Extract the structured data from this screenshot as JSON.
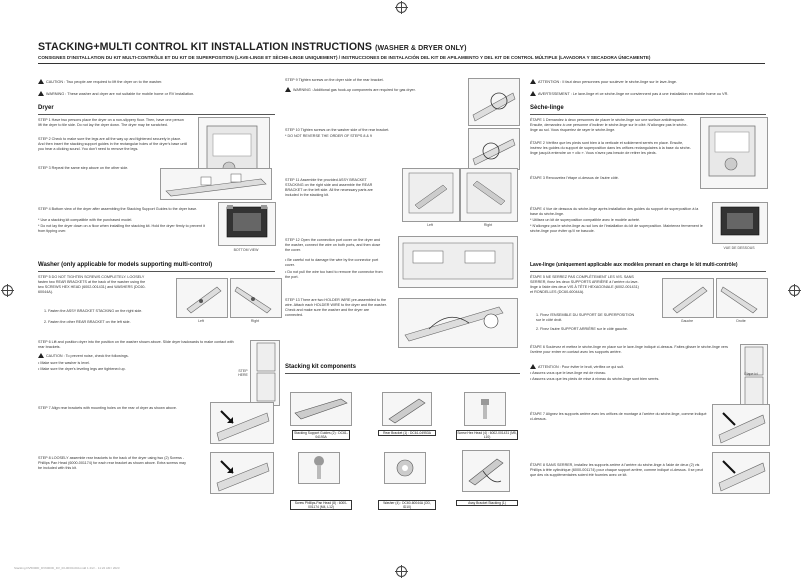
{
  "title": {
    "main": "STACKING+MULTI CONTROL KIT INSTALLATION INSTRUCTIONS",
    "suffix": "(WASHER & DRYER ONLY)"
  },
  "subtitle": "CONSIGNES D’INSTALLATION DU KIT MULTI-CONTRÔLE ET DU KIT DE SUPERPOSITION (LAVE-LINGE ET SÈCHE-LINGE UNIQUEMENT) / INSTRUCCIONES DE INSTALACIÓN DEL KIT DE APILAMIENTO Y DEL KIT DE CONTROL MÚLTIPLE (LAVADORA Y SECADORA ÚNICAMENTE)",
  "col1": {
    "caution": "CAUTION : Two people are required to lift the dryer on to the washer.",
    "warning": "WARNING : These washer and dryer are not suitable for mobile home or RV installation.",
    "dryer_heading": "Dryer",
    "step1": "STEP 1  Have two persons place the dryer on a non-slippery floor. Then, have one person lift the dryer to tile side. Do not lay the dryer down. The dryer may be scratched.",
    "step2": "STEP 2  Check to make sure the legs are all the way up and tightened securely in place. And then insert the stacking support guides in the rectangular holes of the dryer's base until you hear a clicking sound. You don't need to remove the legs.",
    "step3": "STEP 3  Repeat the same step above on the other side.",
    "step4": "STEP 4  Bottom view of the dryer after assembling the Stacking Support Guides to the dryer base.",
    "note4a": "* Use a stacking kit compatible with the purchased model.",
    "note4b": "* Do not lay the dryer down on a floor when installing the stacking kit. Hold the dryer firmly to prevent it from tipping over.",
    "bottom_view": "BOTTOM VIEW",
    "washer_heading": "Washer (only applicable for models supporting multi-control)",
    "step5": "STEP 5  DO NOT TIGHTEN SCREWS COMPLETELY. LOOSELY fasten two REAR BRACKETS at the back of the washer using the two SCREWS HEX HEAD (6002-001431) and WASHERS (DC60-60044A).",
    "step5_1": "1. Fasten the ASSY BRACKET STACKING on the right side.",
    "step5_2": "2. Fasten the other REAR BRACKET on the left side.",
    "left": "Left",
    "right": "Right",
    "step6": "STEP 6  Lift and position dryer into the position on the washer shown above. Slide dryer backwards to make contact with rear brackets.",
    "caution6": "CAUTION : To prevent noise, check the followings.",
    "note6a": "• Make sure the washer is level.",
    "note6b": "• Make sure the dryer's leveling legs are tightened up.",
    "step_here": "STEP HERE",
    "step7": "STEP 7  Align rear brackets with mounting holes on the rear of dryer as shown above.",
    "step8": "STEP 8  LOOSELY assemble rear brackets to the back of the dryer using two (2) Screws - Phillips Pan Head (6000-001174) for each rear bracket as shown above. Extra screws may be included with this kit."
  },
  "col2": {
    "step9": "STEP 9  Tighten screws on the dryer side of the rear bracket.",
    "warning9": "WARNING : Additional gas hook-up components are required for gas dryer.",
    "step10": "STEP 10  Tighten screws on the washer side of the rear bracket.",
    "note10": "* DO NOT REVERSE THE ORDER OF STEPS 8 & 9",
    "step11": "STEP 11  Assemble the provided ASSY BRACKET STACKING on the right side and assemble the REAR BRACKET on the left side. All the necessary parts are included in the stacking kit.",
    "left": "Left",
    "right": "Right",
    "step12": "STEP 12  Open the connection port cover on the dryer and the washer, connect the wire on both ports, and then close the cover.",
    "note12a": "• Be careful not to damage the wire by the connector port cover.",
    "note12b": "• Do not pull the wire too hard to remove the connector from the port.",
    "step13": "STEP 13  There are two HOLDER WIRE pre-assembled to the wire. Attach each HOLDER WIRE to the dryer and the washer. Check and make sure the washer and the dryer are connected.",
    "kit_heading": "Stacking kit components",
    "parts": [
      {
        "label": "Stacking Support Guides (2) : DC61-04193A"
      },
      {
        "label": "Rear Bracket (1) : DC61-04953A"
      },
      {
        "label": "Screw Hex Head (4) : 6002-001431 (M5, L10)"
      },
      {
        "label": "Screw Phillips-Pan Head (8) : 6000-001174 (M4, L12)"
      },
      {
        "label": "Washer (4) : DC60-60044A (OD, ID10)"
      },
      {
        "label": "Assy Bracket Stacking (1)"
      }
    ]
  },
  "col3": {
    "attention": "ATTENTION : Il faut deux personnes pour soulever le sèche-linge sur le lave-linge.",
    "avert": "AVERTISSEMENT : Le lave-linge et ce sèche-linge ne conviennent pas à une installation en mobile home ou VR.",
    "dryer_heading": "Sèche-linge",
    "e1": "ÉTAPE 1  Demandez à deux personnes de placer le sèche-linge sur une surface antidérapante. Ensuite, demandez à une personne d'incliner le sèche-linge sur le côté. N'allongez pas le sèche-linge au sol. Vous risqueriez de rayer le sèche-linge.",
    "e2": "ÉTAPE 2  Vérifiez que les pieds sont bien à la verticale et solidement serrés en place. Ensuite, insérez les guides du support de superposition dans les orifices rectangulaires à la base du sèche-linge jusqu'à entendre un « clic ». Vous n'avez pas besoin de retirer les pieds.",
    "e3": "ÉTAPE 3  Renouvelez l'étape ci-dessus de l'autre côté.",
    "e4": "ÉTAPE 4  Vue de dessous du sèche-linge après installation des guides du support de superposition à la base du sèche-linge.",
    "n4a": "* Utilisez un kit de superposition compatible avec le modèle acheté.",
    "n4b": "* N'allongez pas le sèche-linge au sol lors de l'installation du kit de superposition. Maintenez fermement le sèche-linge pour éviter qu'il ne bascule.",
    "vue": "VUE DE DESSOUS",
    "washer_heading": "Lave-linge (uniquement applicable aux modèles prenant en charge le kit multi-contrôle)",
    "e5": "ÉTAPE 5  NE SERREZ PAS COMPLÈTEMENT LES VIS. SANS SERRER, fixez les deux SUPPORTS ARRIÈRE à l'arrière du lave-linge à l'aide des deux VIS À TÊTE HEXAGONALE (6002-001431) et RONDELLES (DC60-60044A).",
    "e5_1": "1. Fixez l'ENSEMBLE DU SUPPORT DE SUPERPOSITION sur le côté droit.",
    "e5_2": "2. Fixez l'autre SUPPORT ARRIÈRE sur le côté gauche.",
    "gauche": "Gauche",
    "droite": "Droite",
    "e6": "ÉTAPE 6  Soulevez et mettez le sèche-linge en place sur le lave-linge indiqué ci-dessus. Faites glisser le sèche-linge vers l'arrière pour entrer en contact avec les supports arrière.",
    "att6": "ATTENTION : Pour éviter le bruit, vérifiez ce qui suit.",
    "n6a": "• Assurez-vous que le lave-linge est de niveau.",
    "n6b": "• Assurez-vous que les pieds de mise à niveau du sèche-linge sont bien serrés.",
    "etape_ici": "Étape ici",
    "e7": "ÉTAPE 7  Alignez les supports arrière avec les orifices de montage à l'arrière du sèche-linge, comme indiqué ci-dessus.",
    "e8": "ÉTAPE 8  SANS SERRER, installez les supports arrière à l'arrière du sèche-linge à l'aide de deux (2) vis Phillips à tête cylindrique (6000-001174) pour chaque support arrière, comme indiqué ci-dessus. Il se peut que des vis supplémentaires soient été fournies avec ce kit."
  },
  "footer": "Stacking DV5000D_DV6000D_DV_00-00/00-00A.indd   1   2/2/... 11:22 AM / 2023"
}
